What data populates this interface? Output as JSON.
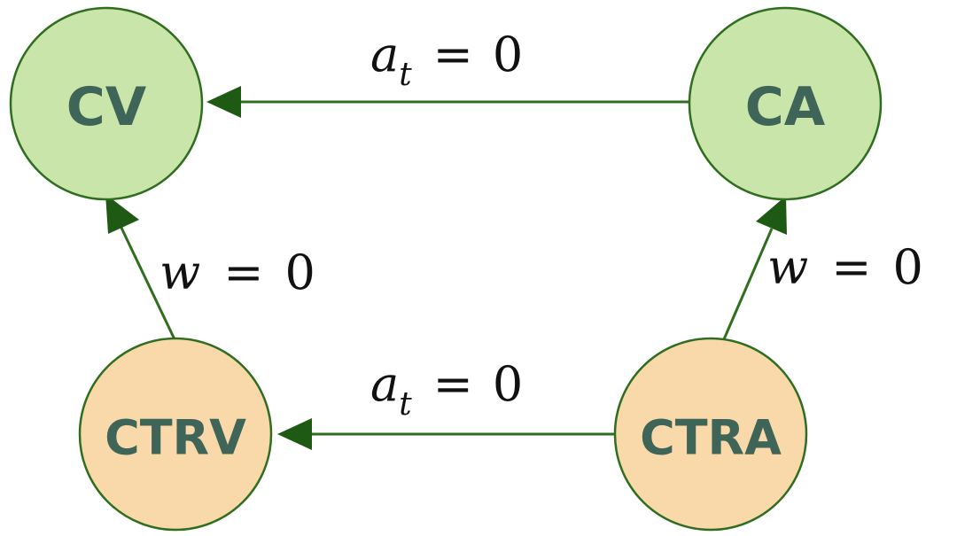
{
  "nodes": {
    "cv": {
      "label": "CV",
      "color": "#c9e5a9"
    },
    "ca": {
      "label": "CA",
      "color": "#c9e5a9"
    },
    "ctrv": {
      "label": "CTRV",
      "color": "#f9d9a9"
    },
    "ctra": {
      "label": "CTRA",
      "color": "#f9d9a9"
    }
  },
  "edges": {
    "ca_to_cv": {
      "from": "CA",
      "to": "CV",
      "label": {
        "var": "a",
        "sub": "t",
        "op": "=",
        "value": "0"
      }
    },
    "ctra_to_ctrv": {
      "from": "CTRA",
      "to": "CTRV",
      "label": {
        "var": "a",
        "sub": "t",
        "op": "=",
        "value": "0"
      }
    },
    "ctrv_to_cv": {
      "from": "CTRV",
      "to": "CV",
      "label": {
        "var": "w",
        "op": "=",
        "value": "0"
      }
    },
    "ctra_to_ca": {
      "from": "CTRA",
      "to": "CA",
      "label": {
        "var": "w",
        "op": "=",
        "value": "0"
      }
    }
  },
  "colors": {
    "edge": "#2f6e1f",
    "arrow_head": "#1f5a14",
    "node_text": "#3f6458"
  }
}
